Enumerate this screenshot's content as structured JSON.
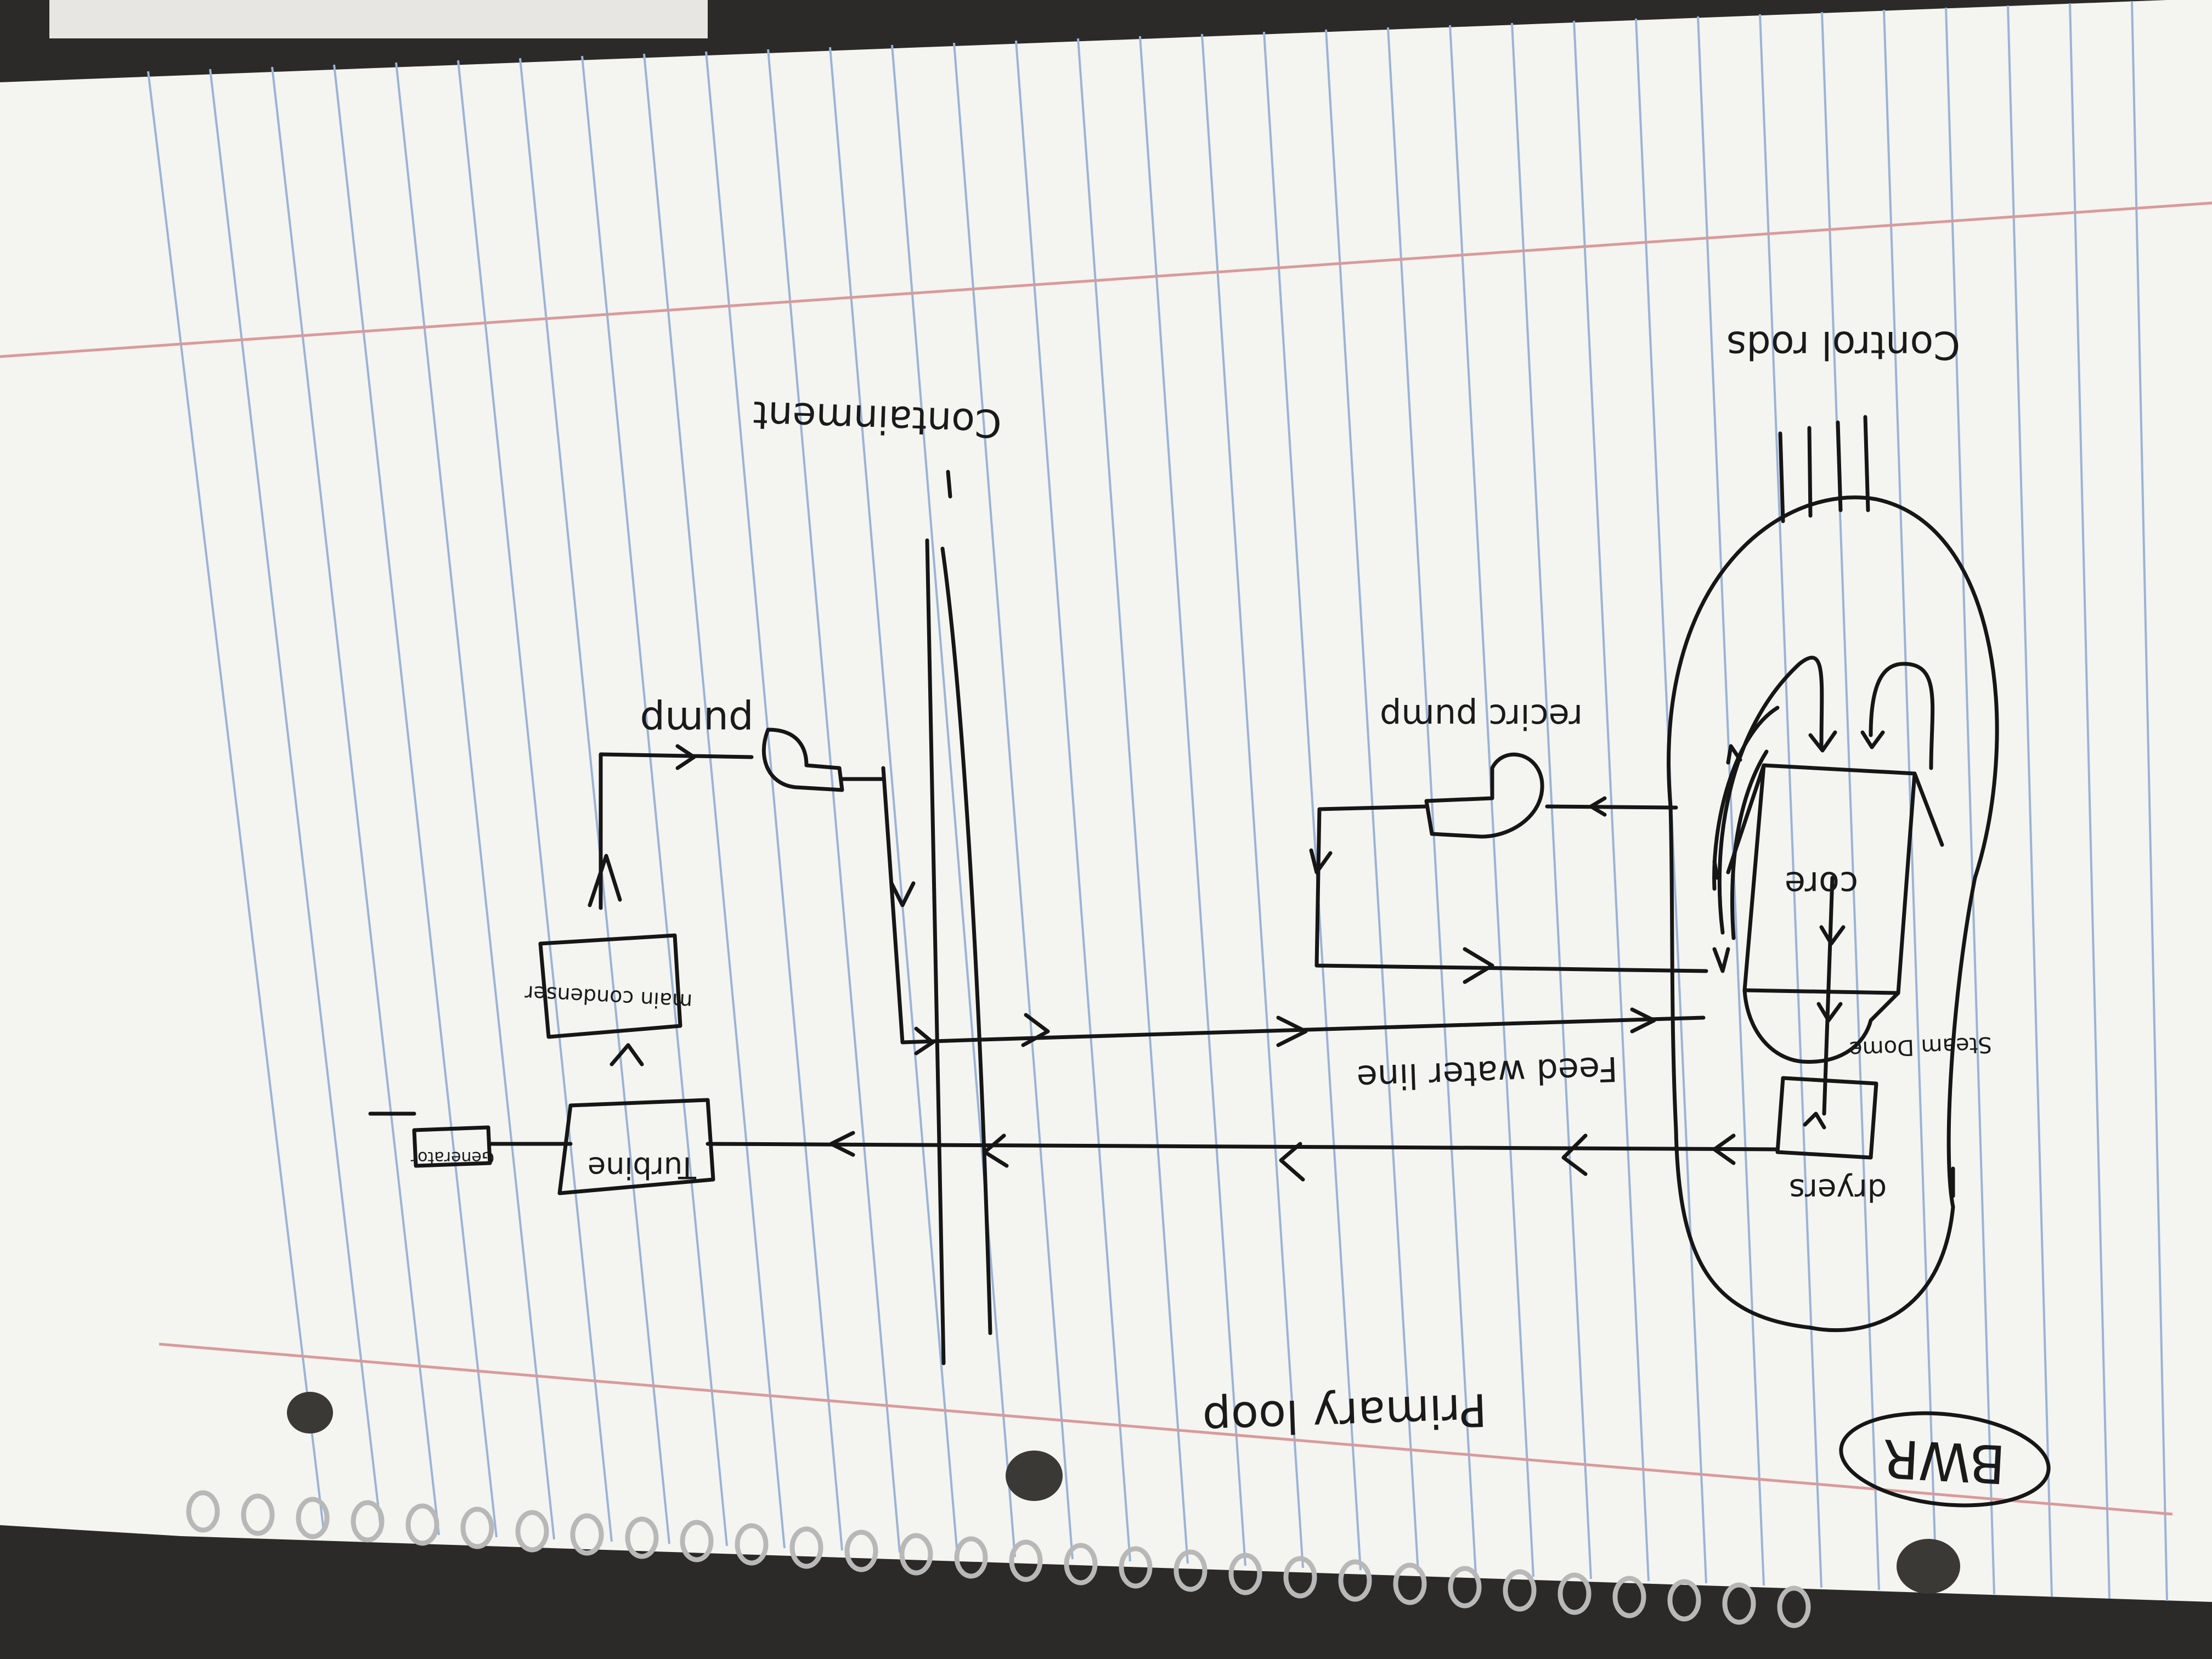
{
  "paper": {
    "paper_color": "#f4f4f1",
    "rule_color": "#9bb3d6",
    "margin_color": "#d99a9a",
    "ink_color": "#161616"
  },
  "labels": {
    "title": "BWR",
    "subtitle": "Primary loop",
    "control_rods": "Control rods",
    "containment": "Containment",
    "core": "core",
    "steam_dome": "Steam Dome",
    "dryers": "dryers",
    "recirc_pump": "recirc pump",
    "feedwater_line": "Feed water line",
    "pump": "pump",
    "main_condenser": "main condenser",
    "turbine": "Turbine",
    "generator": "Generator"
  }
}
